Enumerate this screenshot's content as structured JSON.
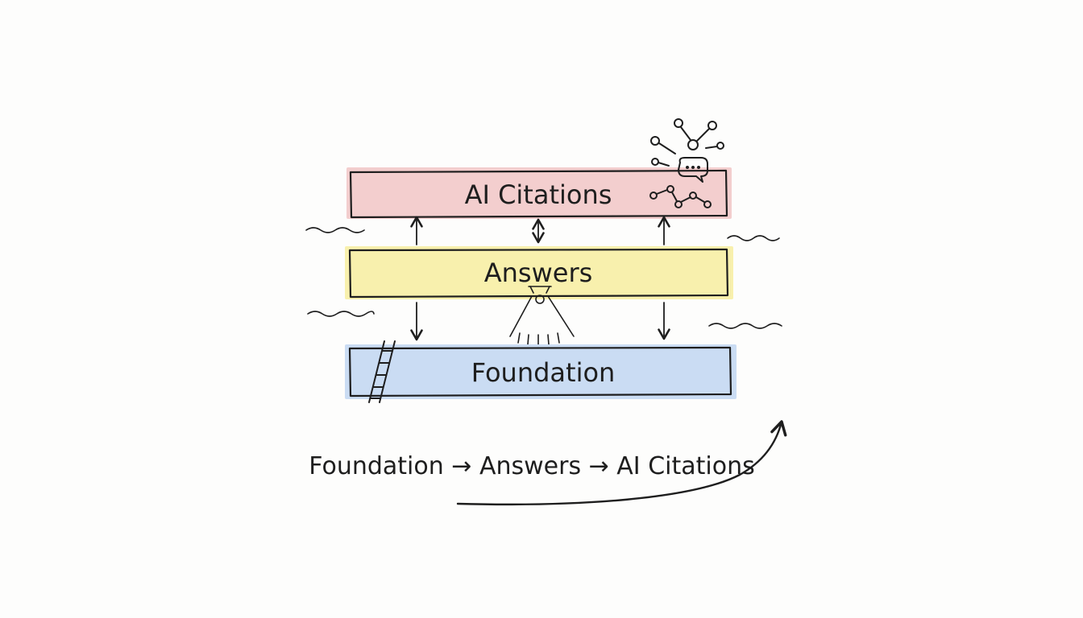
{
  "diagram": {
    "layers": [
      {
        "id": "ai-citations",
        "label": "AI Citations",
        "fill": "#f2c9c9"
      },
      {
        "id": "answers",
        "label": "Answers",
        "fill": "#f8efa9"
      },
      {
        "id": "foundation",
        "label": "Foundation",
        "fill": "#c7daf2"
      }
    ],
    "flow_caption": "Foundation → Answers → AI Citations",
    "ink_color": "#1e1e1e"
  }
}
